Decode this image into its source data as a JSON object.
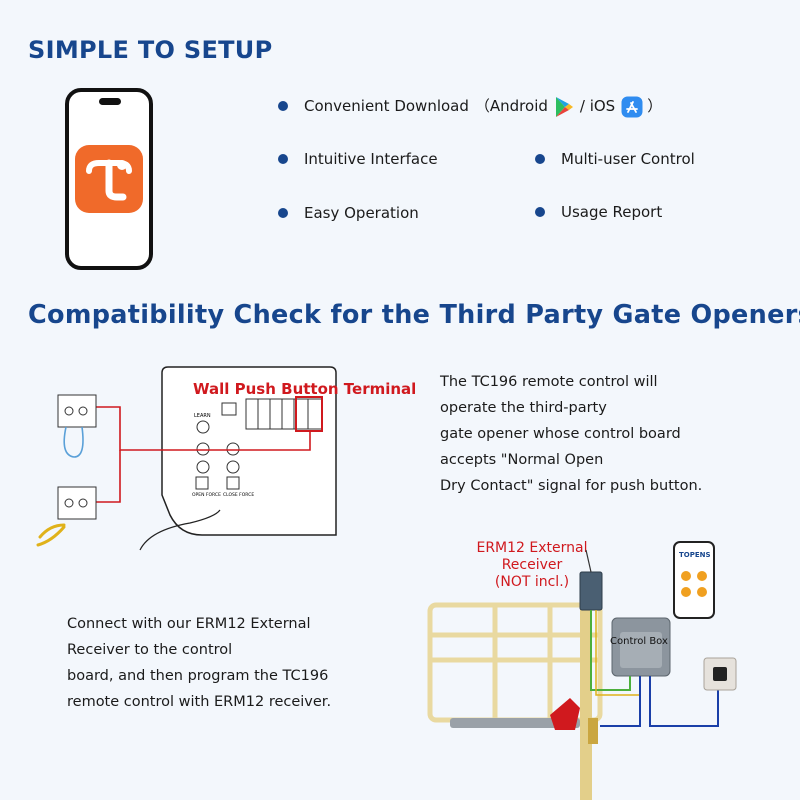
{
  "section1": {
    "title": "SIMPLE TO SETUP",
    "features": [
      {
        "label": "Convenient Download",
        "extra_open": "（Android",
        "extra_mid": "/ iOS",
        "extra_close": "）"
      },
      {
        "label": "Intuitive Interface"
      },
      {
        "label": "Multi-user Control"
      },
      {
        "label": "Easy Operation"
      },
      {
        "label": "Usage Report"
      }
    ],
    "app_icon": "tuya-app-icon"
  },
  "section2": {
    "title": "Compatibility Check for the Third Party Gate Openers",
    "terminal_label": "Wall Push Button Terminal",
    "board_labels": {
      "learn": "LEARN",
      "open_force": "OPEN FORCE",
      "close_force": "CLOSE FORCE"
    },
    "description": [
      "The TC196 remote control will",
      "operate the third-party",
      "gate opener whose control board",
      "accepts \"Normal Open",
      "Dry Contact\" signal for push button."
    ],
    "receiver_label": [
      "ERM12 External",
      "Receiver",
      "(NOT incl.)"
    ],
    "control_box_label": "Control Box",
    "phone_brand": "TOPENS",
    "connect_text": [
      "Connect with our ERM12 External",
      "Receiver to the control",
      "board, and then program the TC196",
      "remote control with ERM12 receiver."
    ]
  },
  "colors": {
    "heading": "#17468d",
    "accent_red": "#d0191e",
    "app_orange": "#f06a2a",
    "wire_green": "#4caf3c",
    "wire_blue": "#1a3fa8"
  }
}
